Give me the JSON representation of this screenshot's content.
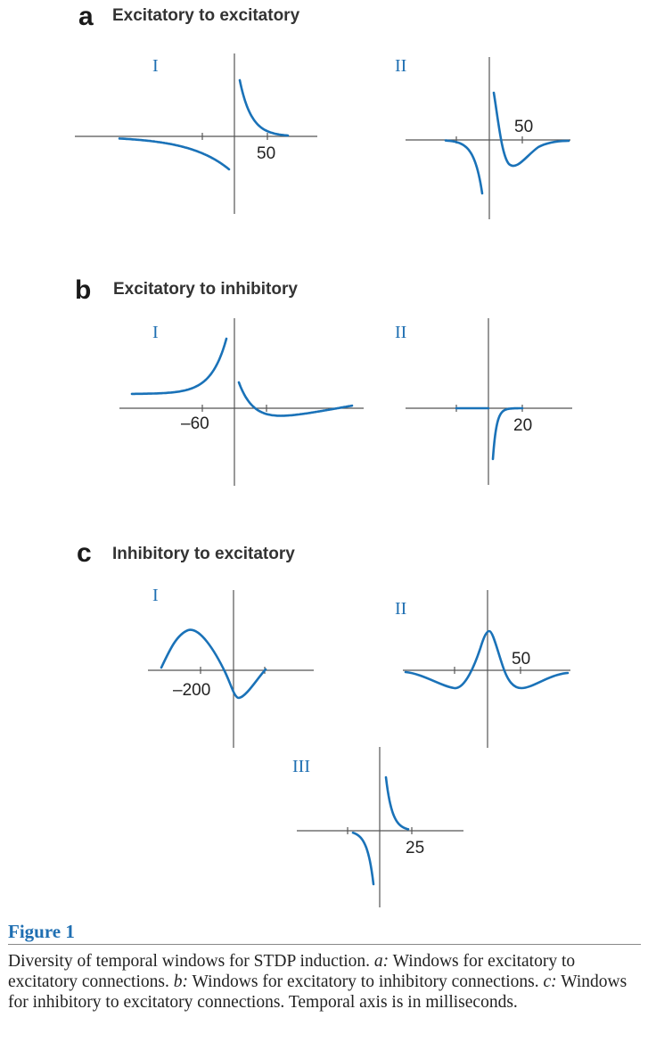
{
  "colors": {
    "curve": "#1a72b8",
    "axis": "#555555",
    "roman": "#1f6fb2"
  },
  "panels": {
    "a": {
      "letter": "a",
      "title": "Excitatory to excitatory",
      "I": {
        "label": "I",
        "tick": "50"
      },
      "II": {
        "label": "II",
        "tick": "50"
      }
    },
    "b": {
      "letter": "b",
      "title": "Excitatory to inhibitory",
      "I": {
        "label": "I",
        "tick": "–60"
      },
      "II": {
        "label": "II",
        "tick": "20"
      }
    },
    "c": {
      "letter": "c",
      "title": "Inhibitory to excitatory",
      "I": {
        "label": "I",
        "tick": "–200"
      },
      "II": {
        "label": "II",
        "tick": "50"
      },
      "III": {
        "label": "III",
        "tick": "25"
      }
    }
  },
  "figure": {
    "label": "Figure 1",
    "caption": {
      "intro": "Diversity of temporal windows for STDP induction. ",
      "a_key": "a:",
      "a_text": " Windows for excitatory to excitatory connections. ",
      "b_key": "b:",
      "b_text": " Windows for excitatory to inhibitory connections. ",
      "c_key": "c:",
      "c_text": " Windows for inhibitory to excitatory connections. Temporal axis is in milliseconds."
    }
  }
}
